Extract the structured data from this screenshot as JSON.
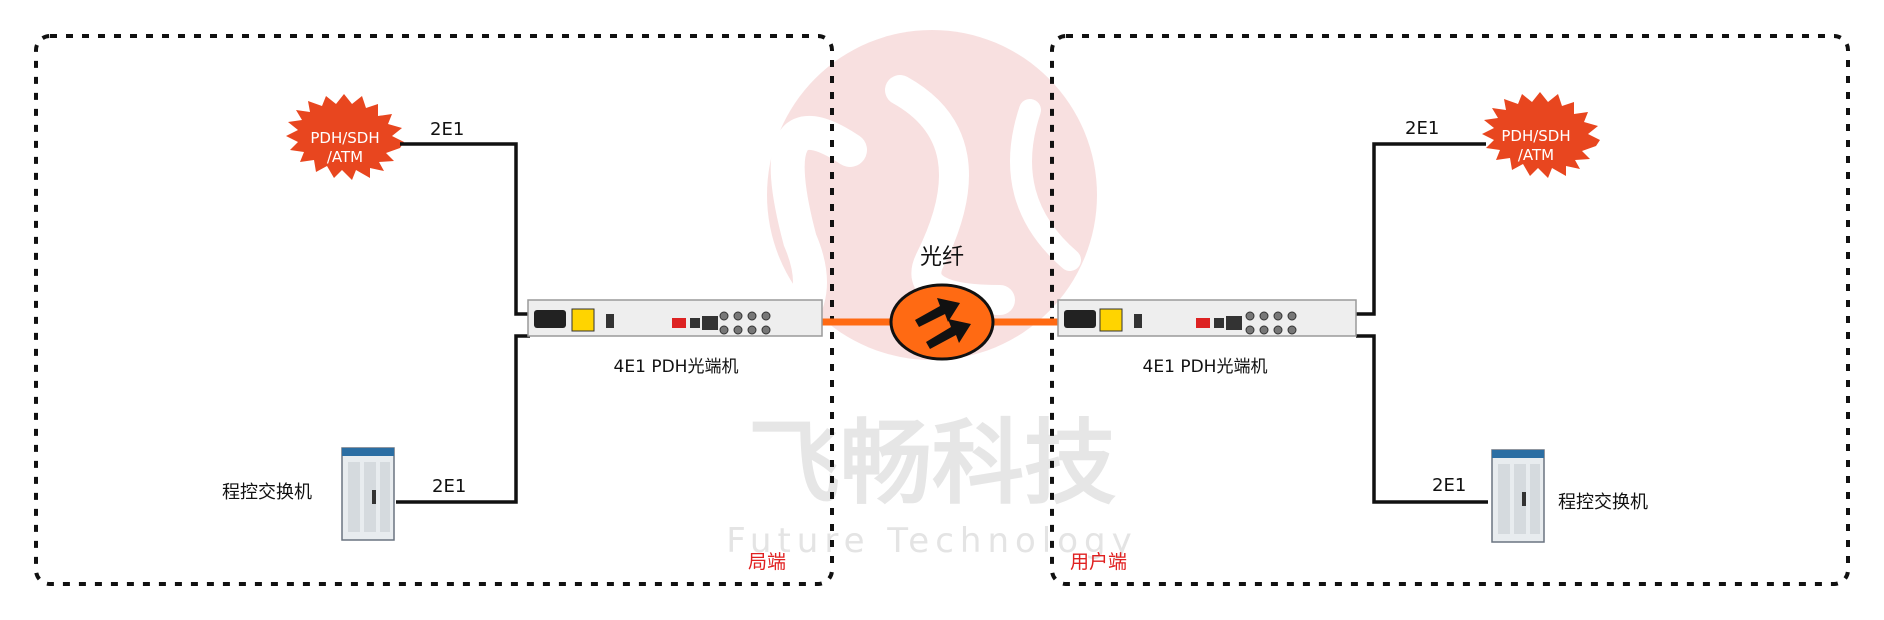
{
  "left_site": {
    "zone_label": "局端",
    "cloud_text": [
      "PDH/SDH",
      "/ATM"
    ],
    "link_top": "2E1",
    "link_bottom": "2E1",
    "switch_label": "程控交换机",
    "device_label": "4E1 PDH光端机"
  },
  "right_site": {
    "zone_label": "用户端",
    "cloud_text": [
      "PDH/SDH",
      "/ATM"
    ],
    "link_top": "2E1",
    "link_bottom": "2E1",
    "switch_label": "程控交换机",
    "device_label": "4E1 PDH光端机"
  },
  "fiber_label": "光纤",
  "watermark": {
    "cn": "飞畅科技",
    "en": "Future Technology"
  },
  "colors": {
    "cloud": "#e8461f",
    "fiber": "#ff6a13",
    "zone_text": "#e02020",
    "watermark": "#f3c9c9"
  },
  "icons": [
    "starburst-cloud",
    "pdh-optical-terminal",
    "exchange-cabinet",
    "fiber-arrows"
  ]
}
